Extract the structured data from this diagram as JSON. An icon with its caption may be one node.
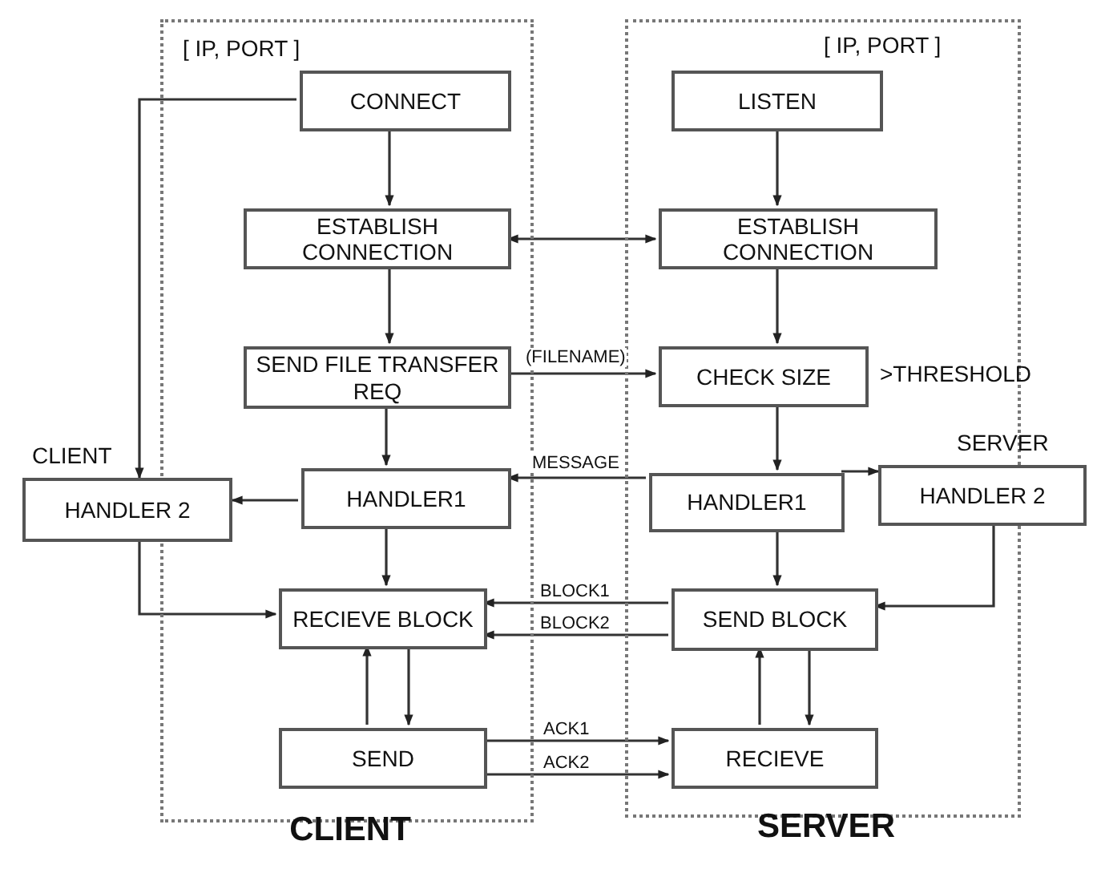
{
  "diagram": {
    "nodes": [
      {
        "text": [
          "[ IP, PORT ]",
          "CLIENT"
        ]
      },
      {
        "text": [
          "CONNECT"
        ],
        "in": 0
      },
      {
        "text": [
          "ESTABLISH CONNECTION"
        ],
        "in": 0
      },
      {
        "text": [
          "SEND FILE TRANSFER REQ"
        ],
        "in": 0
      },
      {
        "text": [
          "HANDLER1"
        ],
        "in": 0
      },
      {
        "text": [
          "RECIEVE BLOCK"
        ],
        "in": 0
      },
      {
        "text": [
          "SEND"
        ],
        "in": 0
      },
      {
        "text": [
          "HANDLER 2"
        ],
        "beside": [
          "CLIENT"
        ]
      },
      {
        "text": [
          "[ IP, PORT ]",
          "SERVER"
        ]
      },
      {
        "text": [
          "LISTEN"
        ],
        "in": 8
      },
      {
        "text": [
          "ESTABLISH CONNECTION"
        ],
        "in": 8
      },
      {
        "text": [
          "CHECK SIZE"
        ],
        "in": 8,
        "beside": [
          ">THRESHOLD"
        ]
      },
      {
        "text": [
          "HANDLER1"
        ],
        "in": 8
      },
      {
        "text": [
          "SEND BLOCK"
        ],
        "in": 8
      },
      {
        "text": [
          "RECIEVE"
        ],
        "in": 8
      },
      {
        "text": [
          "HANDLER 2"
        ],
        "beside": [
          "SERVER"
        ]
      }
    ],
    "edges": [
      {
        "from": 1,
        "to": 2,
        "arrow": "to"
      },
      {
        "from": 2,
        "to": 3,
        "arrow": "to"
      },
      {
        "from": 3,
        "to": 4,
        "arrow": "to"
      },
      {
        "from": 4,
        "to": 5,
        "arrow": "to"
      },
      {
        "from": 5,
        "to": 6,
        "arrow": "to"
      },
      {
        "from": 6,
        "to": 5,
        "arrow": "to"
      },
      {
        "from": 1,
        "to": 7,
        "arrow": "to"
      },
      {
        "from": 4,
        "to": 7,
        "arrow": "to"
      },
      {
        "from": 7,
        "to": 5,
        "arrow": "to"
      },
      {
        "from": 2,
        "to": 10,
        "arrow": "both"
      },
      {
        "from": 3,
        "to": 11,
        "arrow": "to",
        "label": "(FILENAME)"
      },
      {
        "from": 9,
        "to": 10,
        "arrow": "to"
      },
      {
        "from": 10,
        "to": 11,
        "arrow": "to"
      },
      {
        "from": 11,
        "to": 12,
        "arrow": "to"
      },
      {
        "from": 12,
        "to": 4,
        "arrow": "to",
        "label": "MESSAGE"
      },
      {
        "from": 12,
        "to": 15,
        "arrow": "to"
      },
      {
        "from": 12,
        "to": 13,
        "arrow": "to"
      },
      {
        "from": 15,
        "to": 13,
        "arrow": "to"
      },
      {
        "from": 13,
        "to": 5,
        "arrow": "to",
        "label": "BLOCK1"
      },
      {
        "from": 13,
        "to": 5,
        "arrow": "to",
        "label": "BLOCK2"
      },
      {
        "from": 6,
        "to": 14,
        "arrow": "to",
        "label": "ACK1"
      },
      {
        "from": 6,
        "to": 14,
        "arrow": "to",
        "label": "ACK2"
      },
      {
        "from": 13,
        "to": 14,
        "arrow": "to"
      },
      {
        "from": 14,
        "to": 13,
        "arrow": "to"
      }
    ]
  }
}
